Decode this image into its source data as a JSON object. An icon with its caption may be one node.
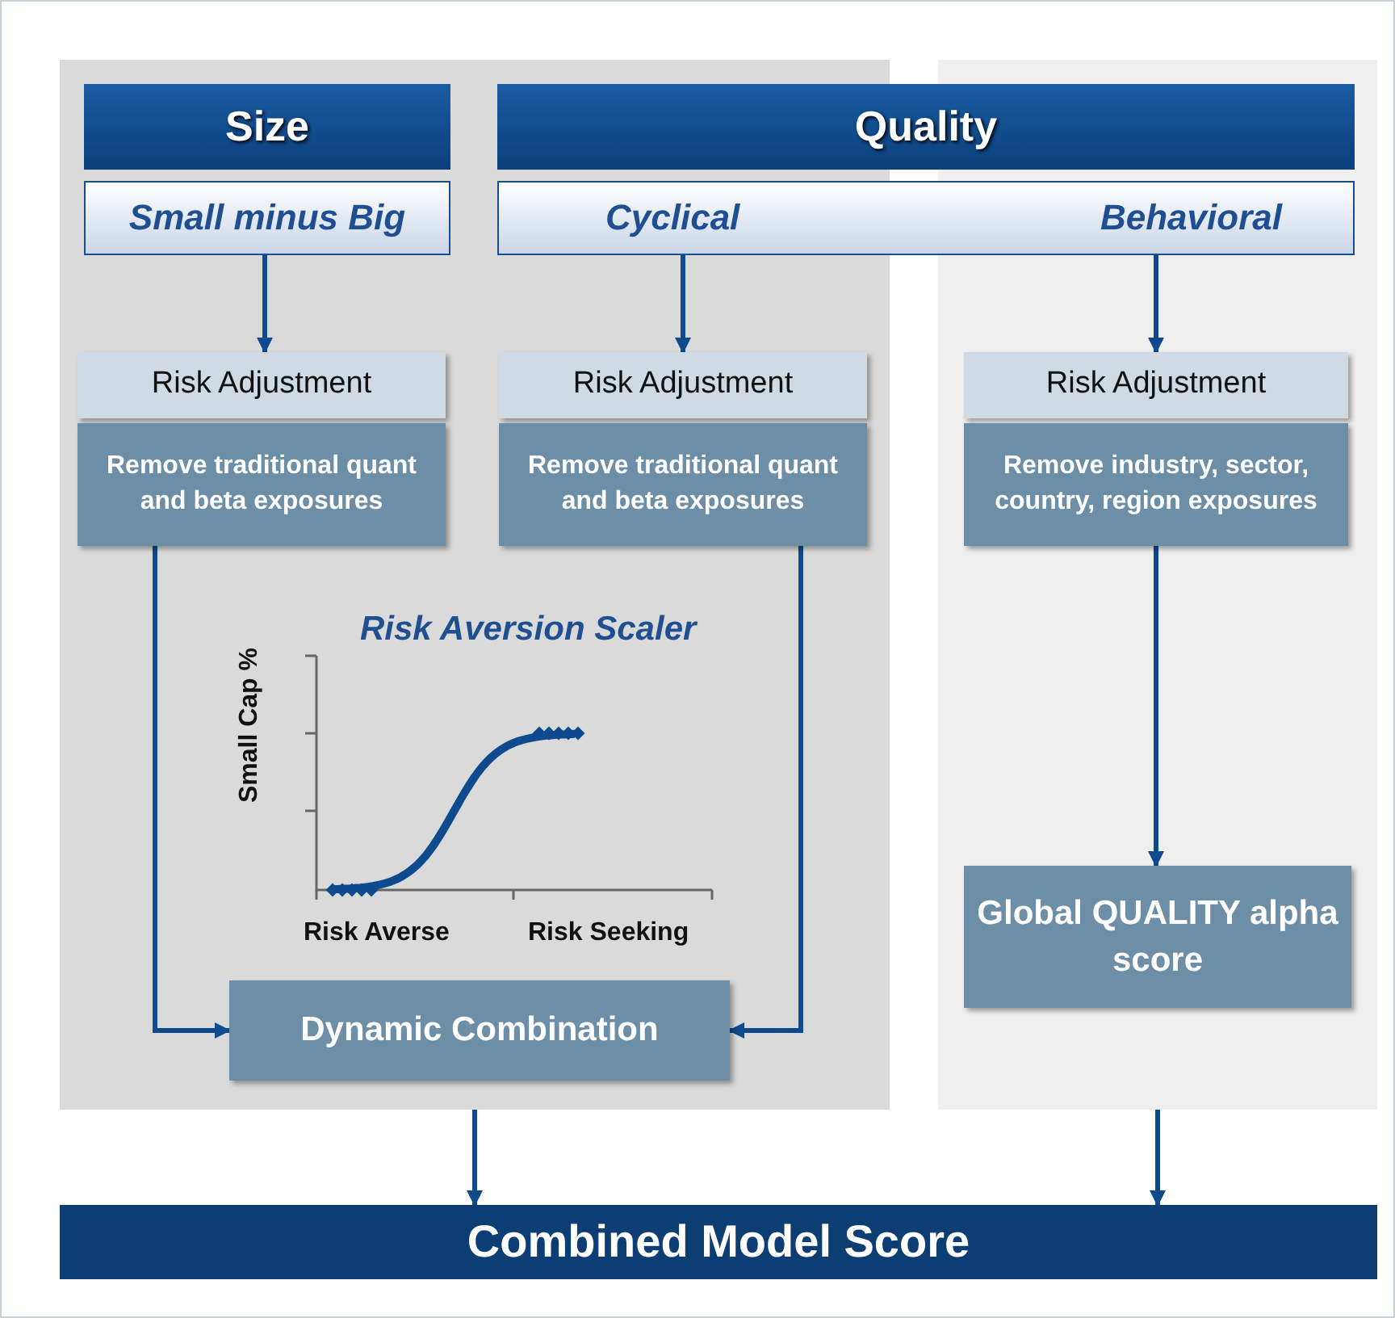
{
  "diagram": {
    "nodes": [
      {
        "text": [],
        "shape": "box"
      },
      {
        "text": [],
        "shape": "box"
      },
      {
        "text": [
          "Size"
        ],
        "in": 0
      },
      {
        "text": [
          "Quality"
        ]
      },
      {
        "text": [
          "Small minus Big"
        ],
        "in": 0
      },
      {
        "text": [
          "Cyclical",
          "Behavioral"
        ]
      },
      {
        "text": [
          "Risk Adjustment"
        ],
        "in": 0
      },
      {
        "text": [
          "Remove traditional quant and beta exposures"
        ],
        "in": 0
      },
      {
        "text": [
          "Risk Adjustment"
        ],
        "in": 0
      },
      {
        "text": [
          "Remove traditional quant and beta exposures"
        ],
        "in": 0
      },
      {
        "text": [
          "Risk Adjustment"
        ],
        "in": 1
      },
      {
        "text": [
          "Remove industry, sector, country, region exposures"
        ],
        "in": 1
      },
      {
        "text": [
          "Dynamic Combination"
        ],
        "in": 0
      },
      {
        "text": [
          "Global QUALITY alpha score"
        ],
        "in": 1
      },
      {
        "text": [
          "Combined Model Score"
        ]
      }
    ],
    "edges": [
      {
        "from": 4,
        "to": 6,
        "arrow": "to"
      },
      {
        "from": 5,
        "to": 8,
        "arrow": "to"
      },
      {
        "from": 5,
        "to": 10,
        "arrow": "to"
      },
      {
        "from": 7,
        "to": 12,
        "arrow": "to"
      },
      {
        "from": 9,
        "to": 12,
        "arrow": "to"
      },
      {
        "from": 11,
        "to": 13,
        "arrow": "to"
      },
      {
        "from": 0,
        "to": 14,
        "arrow": "to"
      },
      {
        "from": 1,
        "to": 14,
        "arrow": "to"
      }
    ],
    "labels": [
      "Risk Aversion Scaler",
      "Small Cap %",
      "Risk Averse",
      "Risk Seeking"
    ]
  }
}
